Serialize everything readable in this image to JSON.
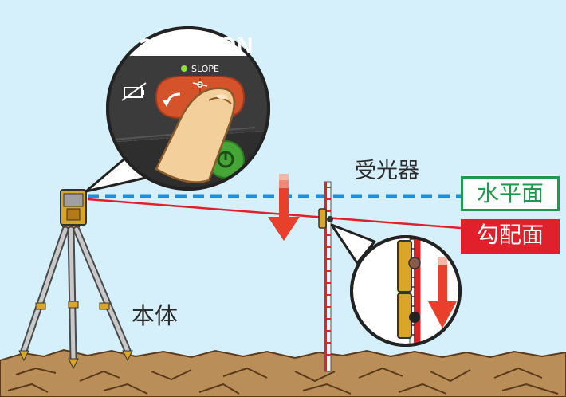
{
  "labels": {
    "receiver": "受光器",
    "horizontal_plane": "水平面",
    "slope_plane": "勾配面",
    "main_unit": "本体"
  },
  "control_panel": {
    "brand": "TOPCON",
    "slope_indicator": "SLOPE"
  },
  "icons": [
    "battery-icon",
    "arrow-left-icon",
    "arrow-right-icon",
    "power-icon",
    "down-arrow-icon"
  ],
  "colors": {
    "sky": "#d6f0fb",
    "horizontal_line": "#1d8fdc",
    "slope_line": "#e0202a",
    "horizontal_label": "#1f9a4d",
    "slope_label": "#e0202a",
    "arrow": "#e8402a",
    "ground": "#b98e58",
    "instrument": "#d9a62a",
    "panel": "#3b3b3b",
    "slope_button": "#d4532a",
    "power_button": "#45a637",
    "indicator_led": "#8fe03a"
  }
}
